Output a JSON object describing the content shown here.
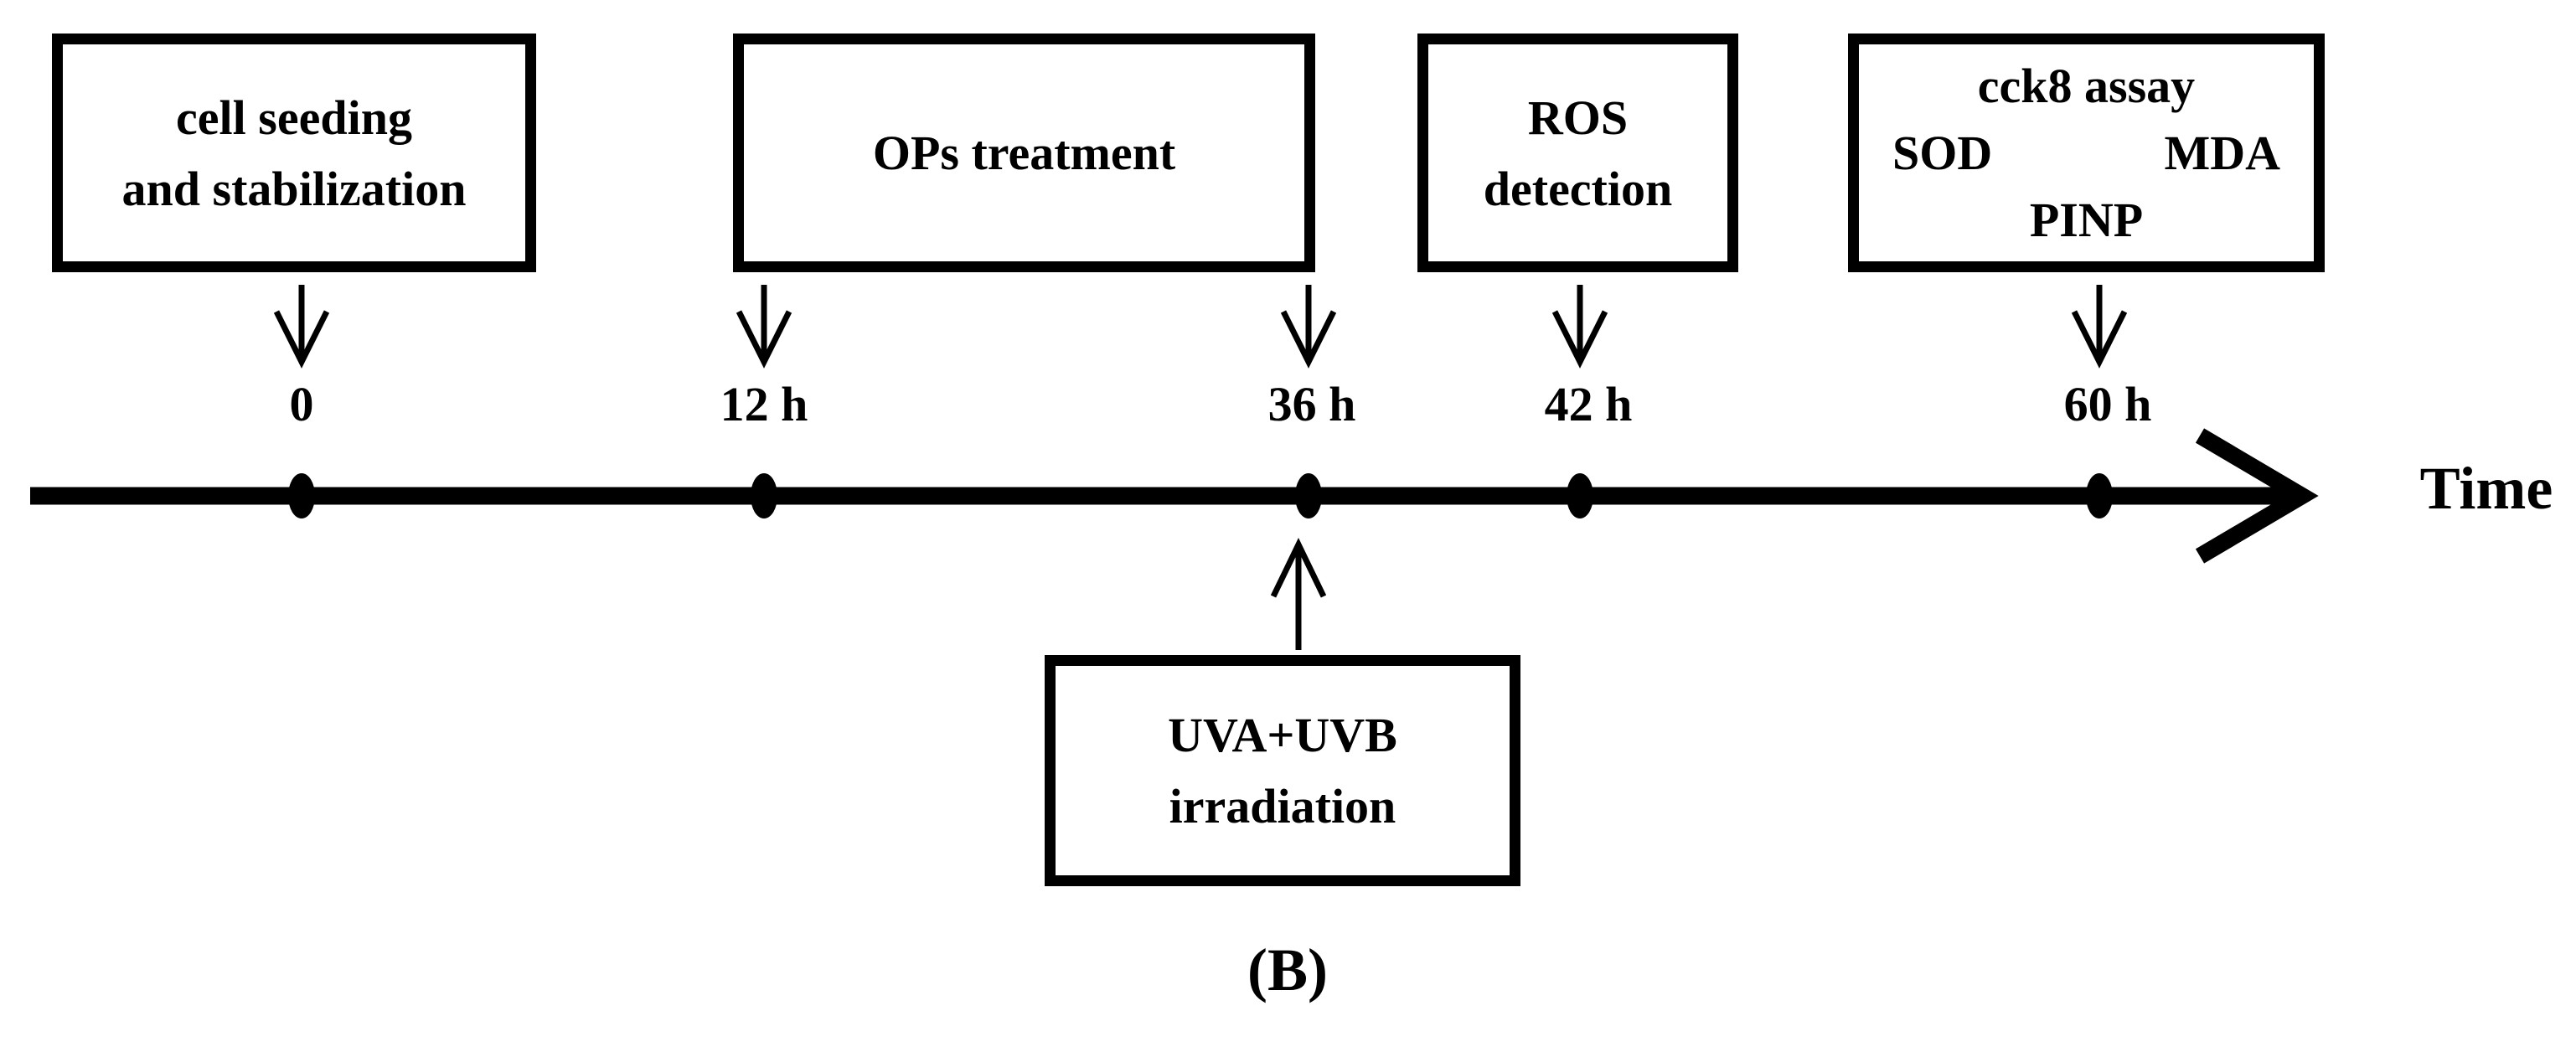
{
  "diagram": {
    "caption": "(B)",
    "axis_label": "Time",
    "colors": {
      "ink": "#000000",
      "background": "#ffffff"
    },
    "boxes": [
      {
        "id": "cell-seeding",
        "lines": [
          "cell seeding",
          "and stabilization"
        ]
      },
      {
        "id": "ops-treatment",
        "lines": [
          "OPs treatment"
        ]
      },
      {
        "id": "ros-detection",
        "lines": [
          "ROS",
          "detection"
        ]
      },
      {
        "id": "assays",
        "line1": "cck8 assay",
        "left": "SOD",
        "right": "MDA",
        "line3": "PINP"
      },
      {
        "id": "uv-irradiation",
        "lines": [
          "UVA+UVB",
          "irradiation"
        ]
      }
    ],
    "timepoints": [
      {
        "label": "0"
      },
      {
        "label": "12 h"
      },
      {
        "label": "36 h"
      },
      {
        "label": "42 h"
      },
      {
        "label": "60 h"
      }
    ]
  }
}
